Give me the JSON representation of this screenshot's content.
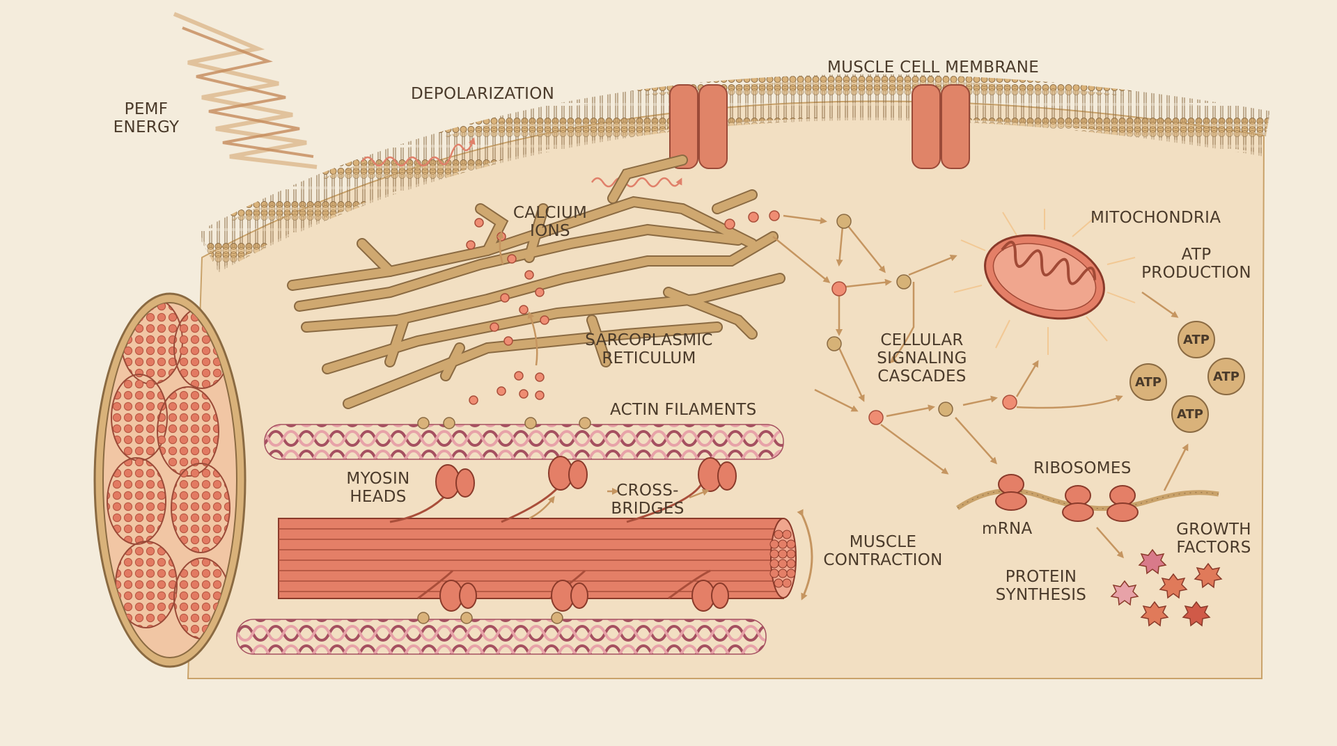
{
  "labels": {
    "pemf_1": "PEMF",
    "pemf_2": "ENERGY",
    "depolarization": "DEPOLARIZATION",
    "membrane": "MUSCLE CELL MEMBRANE",
    "calcium_1": "CALCIUM",
    "calcium_2": "IONS",
    "sr_1": "SARCOPLASMIC",
    "sr_2": "RETICULUM",
    "mitochondria": "MITOCHONDRIA",
    "atp_prod_1": "ATP",
    "atp_prod_2": "PRODUCTION",
    "signal_1": "CELLULAR",
    "signal_2": "SIGNALING",
    "signal_3": "CASCADES",
    "actin": "ACTIN FILAMENTS",
    "myosin_1": "MYOSIN",
    "myosin_2": "HEADS",
    "cross_1": "CROSS-",
    "cross_2": "BRIDGES",
    "contraction_1": "MUSCLE",
    "contraction_2": "CONTRACTION",
    "ribosomes": "RIBOSOMES",
    "mrna": "mRNA",
    "growth_1": "GROWTH",
    "growth_2": "FACTORS",
    "protein_1": "PROTEIN",
    "protein_2": "SYNTHESIS"
  },
  "atp_molecules": [
    "ATP",
    "ATP",
    "ATP",
    "ATP"
  ],
  "colors": {
    "background": "#f4ecdc",
    "cell_fill": "#f2dfc2",
    "membrane_tan": "#c9a26a",
    "muscle_red": "#e47f67",
    "outline": "#7a5a3a",
    "text": "#4a3a2a"
  }
}
